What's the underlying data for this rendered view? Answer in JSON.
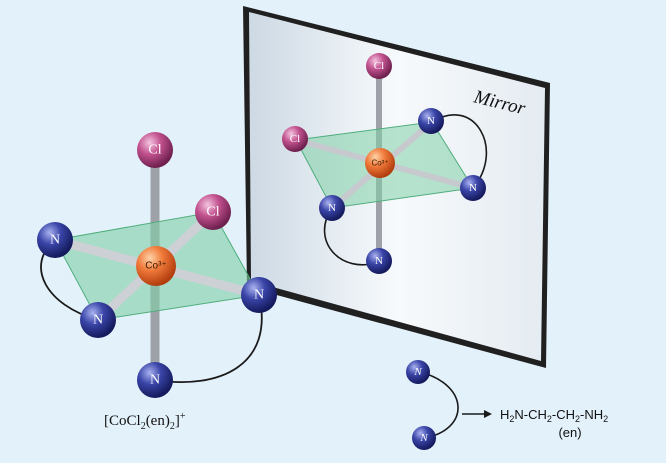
{
  "mirror_label": "Mirror",
  "atoms": {
    "chlorine": "Cl",
    "nitrogen": "N",
    "cobalt": "Co³⁺"
  },
  "complex_formula": {
    "prefix": "[CoCl",
    "sub1": "2",
    "mid": "(en)",
    "sub2": "2",
    "suffix": "]",
    "charge": "+"
  },
  "ligand_formula": {
    "part1": "H",
    "sub1": "2",
    "part2": "N-CH",
    "sub2": "2",
    "part3": "-CH",
    "sub3": "2",
    "part4": "-NH",
    "sub4": "2",
    "name": "(en)"
  },
  "colors": {
    "background": "#e3f1fb",
    "plane": "#7fcfa6",
    "cobalt": "#f07a3a",
    "chlorine": "#c2528f",
    "nitrogen": "#2e3790",
    "bond": "#b9bcc0"
  }
}
